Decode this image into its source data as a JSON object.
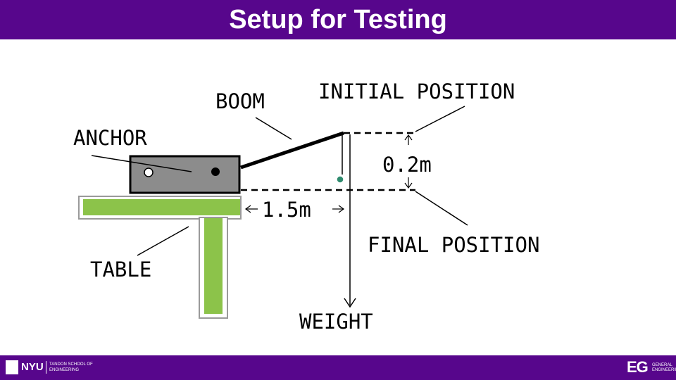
{
  "slide": {
    "title": "Setup for Testing"
  },
  "diagram": {
    "labels": {
      "boom": "BOOM",
      "initial_position": "INITIAL POSITION",
      "anchor": "ANCHOR",
      "height_delta": "0.2m",
      "distance": "1.5m",
      "final_position": "FINAL POSITION",
      "table": "TABLE",
      "weight": "WEIGHT"
    },
    "colors": {
      "table": "#8cc34a",
      "anchor_box": "#8c8c8c",
      "marker": "#2e8b6e"
    }
  },
  "footer": {
    "nyu_logo": "NYU",
    "nyu_school": "TANDON SCHOOL OF ENGINEERING",
    "eg_logo": "EG",
    "eg_text": "GENERAL ENGINEERING"
  }
}
